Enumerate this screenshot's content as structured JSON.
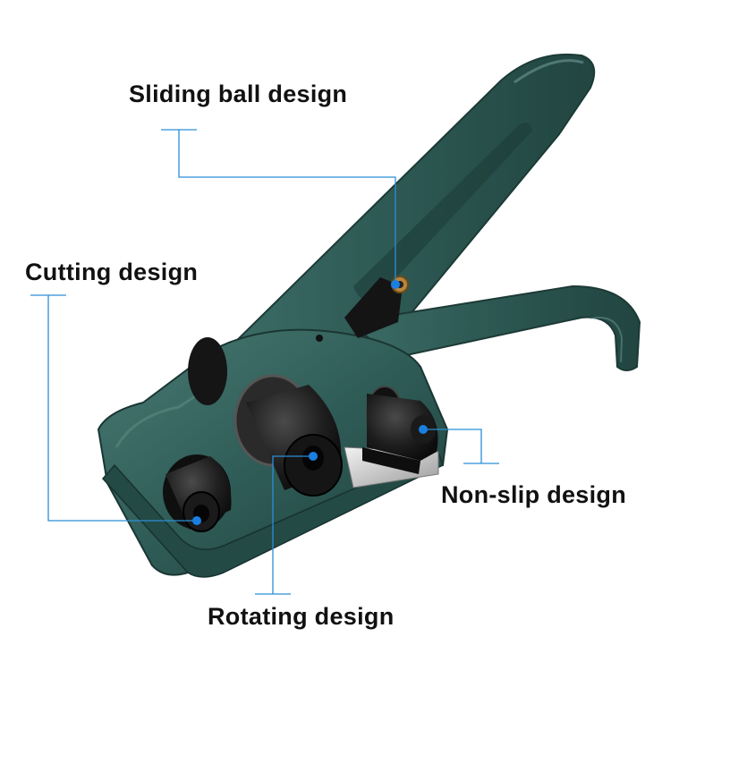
{
  "callouts": {
    "sliding_ball": "Sliding ball design",
    "cutting": "Cutting design",
    "non_slip": "Non-slip design",
    "rotating": "Rotating design"
  },
  "colors": {
    "body_green": "#2f5c57",
    "body_dark": "#1f3f3b",
    "body_light": "#4a7a73",
    "callout_line": "#2a8fd8",
    "callout_dot": "#1a7fe0",
    "roller_black": "#1b1b1b",
    "label_text": "#111111"
  },
  "image_subject": "strapping-tensioner-tool"
}
